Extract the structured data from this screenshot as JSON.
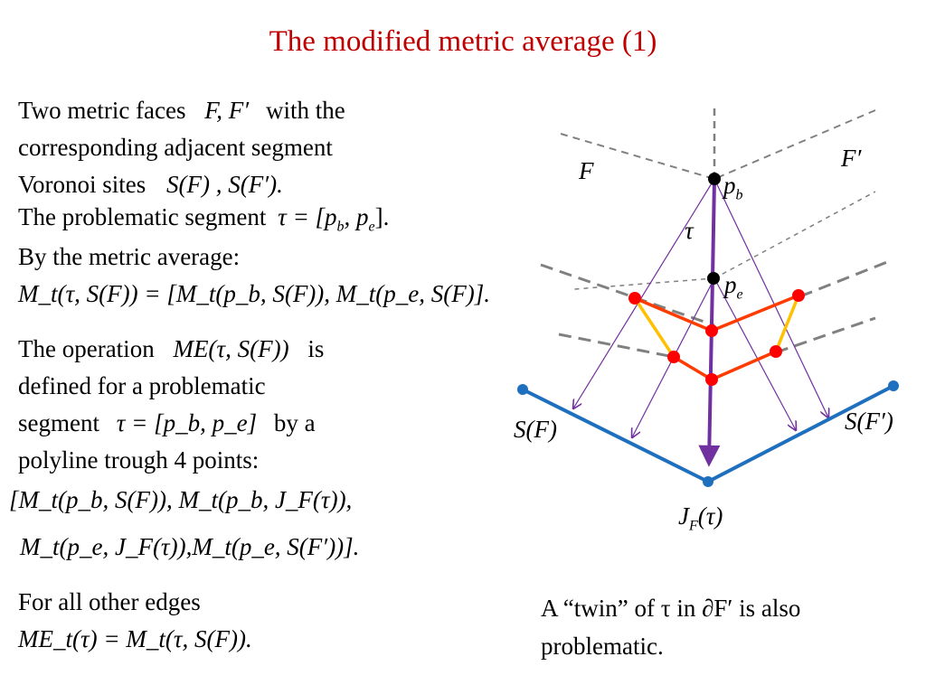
{
  "slide": {
    "title": "The modified metric average (1)"
  },
  "left_text": {
    "p1_a": "Two metric faces",
    "p1_f": "F",
    "p1_comma": ",",
    "p1_fp": "F′",
    "p1_b": "with the",
    "p1_line2": "corresponding adjacent segment",
    "p1_line3": "Voronoi sites",
    "p1_sites": "S(F) , S(F′).",
    "p2": "The problematic segment",
    "p2_math": "τ = [p",
    "p2_b": "b",
    "p2_mid": ", p",
    "p2_e": "e",
    "p2_end": "].",
    "p3": "By the metric average:",
    "p3_math": "M_t(τ, S(F)) = [M_t(p_b, S(F)), M_t(p_e, S(F)].",
    "p4_a": "The operation",
    "p4_math": "ME(τ, S(F))",
    "p4_b": "is",
    "p4_line2": "defined for a problematic",
    "p4_line3_a": "segment",
    "p4_line3_math": "τ = [p_b, p_e]",
    "p4_line3_b": "by a",
    "p4_line4": "polyline trough 4 points:",
    "p4_pts1": "[M_t(p_b, S(F)), M_t(p_b, J_F(τ)),",
    "p4_pts2": "M_t(p_e, J_F(τ)),M_t(p_e, S(F′))].",
    "p5": "For all other edges",
    "p5_math": "ME_t(τ) = M_t(τ, S(F))."
  },
  "diagram": {
    "label_F": "F",
    "label_Fp": "F′",
    "label_pb": "p",
    "label_pb_sub": "b",
    "label_pe": "p",
    "label_pe_sub": "e",
    "label_tau": "τ",
    "label_SF": "S(F)",
    "label_SFp": "S(F′)",
    "label_JF": "J",
    "label_JF_sub": "F",
    "label_JF_arg": "(τ)",
    "caption_line1": "A “twin” of τ  in ∂F′  is also",
    "caption_line2": "problematic.",
    "colors": {
      "blue": "#1f6fbf",
      "purple": "#7030a0",
      "red": "#ff0000",
      "orange_red": "#ff3c00",
      "yellow": "#ffc000",
      "gray": "#808080"
    }
  }
}
